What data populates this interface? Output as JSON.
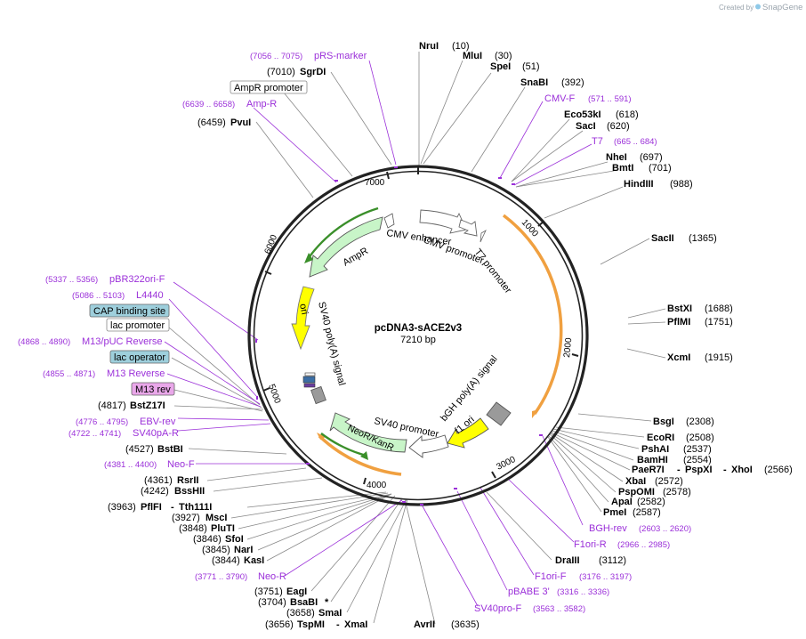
{
  "header": {
    "credit": "Created by",
    "brand": "SnapGene"
  },
  "map": {
    "name": "pcDNA3-sACE2v3",
    "size": "7210 bp",
    "ticks": [
      "1000",
      "2000",
      "3000",
      "4000",
      "5000",
      "6000",
      "7000"
    ]
  },
  "features": {
    "cmv_enhancer": "CMV enhancer",
    "cmv_promoter": "CMV promoter",
    "t7_promoter": "T7 promoter",
    "ampr": "AmpR",
    "ori": "ori",
    "sv40_polya": "SV40 poly(A) signal",
    "bgh_polya": "bGH poly(A) signal",
    "f1_ori": "f1 ori",
    "sv40_promoter": "SV40 promoter",
    "neor": "NeoR/KanR"
  },
  "left_labels": {
    "prs_pos": "(7056 .. 7075)",
    "prs": "pRS-marker",
    "sgrdi_pos": "(7010)",
    "sgrdi": "SgrDI",
    "ampr_promoter": "AmpR promoter",
    "ampr_pos": "(6639 .. 6658)",
    "ampr_primer": "Amp-R",
    "pvui_pos": "(6459)",
    "pvui": "PvuI",
    "pbr_pos": "(5337 .. 5356)",
    "pbr": "pBR322ori-F",
    "l4440_pos": "(5086 .. 5103)",
    "l4440": "L4440",
    "cap": "CAP binding site",
    "lac_promoter": "lac promoter",
    "m13puc_pos": "(4868 .. 4890)",
    "m13puc": "M13/pUC Reverse",
    "lac_operator": "lac operator",
    "m13rev_pos": "(4855 .. 4871)",
    "m13rev": "M13 Reverse",
    "m13rev_box": "M13 rev",
    "bstz_pos": "(4817)",
    "bstz": "BstZ17I",
    "ebv_pos": "(4776 .. 4795)",
    "ebv": "EBV-rev",
    "sv40pa_pos": "(4722 .. 4741)",
    "sv40pa": "SV40pA-R",
    "bstbi_pos": "(4527)",
    "bstbi": "BstBI",
    "neof_pos": "(4381 .. 4400)",
    "neof": "Neo-F",
    "rsrii_pos": "(4361)",
    "rsrii": "RsrII",
    "bsshii_pos": "(4242)",
    "bsshii": "BssHII",
    "pflfi_pos": "(3963)",
    "pflfi": "PflFI",
    "tth_sep": "-",
    "tth": "Tth111I",
    "msci_pos": "(3927)",
    "msci": "MscI",
    "pluti_pos": "(3848)",
    "pluti": "PluTI",
    "sfoi_pos": "(3846)",
    "sfoi": "SfoI",
    "nari_pos": "(3845)",
    "nari": "NarI",
    "kasi_pos": "(3844)",
    "kasi": "KasI",
    "neor_pos": "(3771 .. 3790)",
    "neor_primer": "Neo-R",
    "eagi_pos": "(3751)",
    "eagi": "EagI",
    "bsabi_pos": "(3704)",
    "bsabi": "BsaBI",
    "bsabi_star": "*",
    "smai_pos": "(3658)",
    "smai": "SmaI",
    "tspmi_pos": "(3656)",
    "tspmi": "TspMI",
    "xmai_sep": "-",
    "xmai": "XmaI"
  },
  "right_labels": {
    "nrui": "NruI",
    "nrui_pos": "(10)",
    "mlui": "MluI",
    "mlui_pos": "(30)",
    "spei": "SpeI",
    "spei_pos": "(51)",
    "snabi": "SnaBI",
    "snabi_pos": "(392)",
    "cmvf": "CMV-F",
    "cmvf_pos": "(571 .. 591)",
    "eco53ki": "Eco53kI",
    "eco53ki_pos": "(618)",
    "saci": "SacI",
    "saci_pos": "(620)",
    "t7": "T7",
    "t7_pos": "(665 .. 684)",
    "nhei": "NheI",
    "nhei_pos": "(697)",
    "bmti": "BmtI",
    "bmti_pos": "(701)",
    "hindiii": "HindIII",
    "hindiii_pos": "(988)",
    "sacii": "SacII",
    "sacii_pos": "(1365)",
    "bstxi": "BstXI",
    "bstxi_pos": "(1688)",
    "pflmi": "PflMI",
    "pflmi_pos": "(1751)",
    "xcmi": "XcmI",
    "xcmi_pos": "(1915)",
    "bsgi": "BsgI",
    "bsgi_pos": "(2308)",
    "ecori": "EcoRI",
    "ecori_pos": "(2508)",
    "pshai": "PshAI",
    "pshai_pos": "(2537)",
    "bamhi": "BamHI",
    "bamhi_pos": "(2554)",
    "paer7i": "PaeR7I",
    "pspxi_sep": "-",
    "pspxi": "PspXI",
    "xhoi_sep": "-",
    "xhoi": "XhoI",
    "xhoi_pos": "(2566)",
    "xbai": "XbaI",
    "xbai_pos": "(2572)",
    "pspomi": "PspOMI",
    "pspomi_pos": "(2578)",
    "apai": "ApaI",
    "apai_pos": "(2582)",
    "pmei": "PmeI",
    "pmei_pos": "(2587)",
    "bgh": "BGH-rev",
    "bgh_pos": "(2603 .. 2620)",
    "f1orir": "F1ori-R",
    "f1orir_pos": "(2966 .. 2985)",
    "draiii": "DraIII",
    "draiii_pos": "(3112)",
    "f1orif": "F1ori-F",
    "f1orif_pos": "(3176 .. 3197)",
    "pbabe": "pBABE 3'",
    "pbabe_pos": "(3316 .. 3336)",
    "sv40prof": "SV40pro-F",
    "sv40prof_pos": "(3563 .. 3582)",
    "avrii": "AvrII",
    "avrii_pos": "(3635)"
  },
  "colors": {
    "backbone": "#222222",
    "primer": "#9b30d9",
    "orange": "#f0a040",
    "green_feature": "#c8f5c8",
    "green_arrow": "#3a8f2a",
    "yellow": "#ffff00",
    "gray": "#9a9a9a",
    "blue_box": "#9ecfdc",
    "pink_box": "#e9a7e9"
  }
}
